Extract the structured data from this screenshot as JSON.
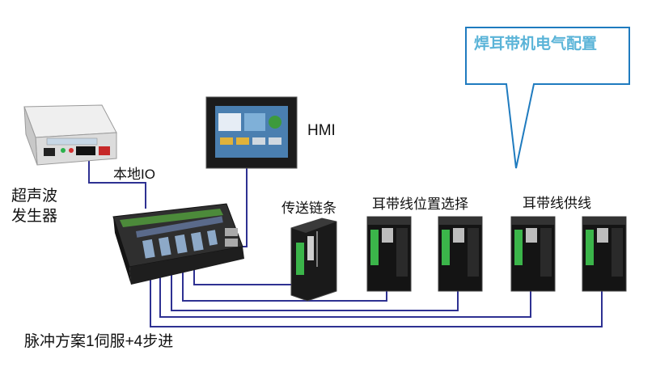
{
  "callout": {
    "title": "焊耳带机电气配置"
  },
  "devices": {
    "ultrasonic": {
      "label_line1": "超声波",
      "label_line2": "发生器"
    },
    "local_io": {
      "label": "本地IO"
    },
    "hmi": {
      "label": "HMI"
    },
    "conveyor": {
      "label": "传送链条"
    },
    "ear_band_position": {
      "label": "耳带线位置选择"
    },
    "ear_band_feed": {
      "label": "耳带线供线"
    }
  },
  "footer": {
    "scheme": "脉冲方案1伺服+4步进"
  },
  "colors": {
    "wire": "#2e3192",
    "callout_border": "#1f7bbf",
    "callout_text": "#5bb4d8"
  }
}
